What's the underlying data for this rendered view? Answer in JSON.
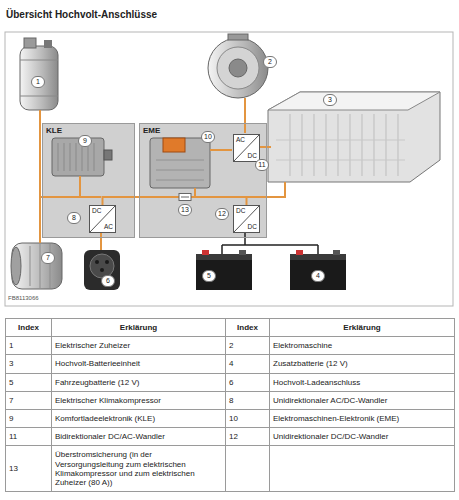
{
  "diagram": {
    "title": "Übersicht Hochvolt-Anschlüsse",
    "nodes": [
      {
        "text": [
          "KLE"
        ]
      },
      {
        "text": [
          "DC",
          "AC"
        ],
        "in": 0
      },
      {
        "text": [
          "EME"
        ]
      },
      {
        "text": [
          "AC",
          "DC"
        ],
        "in": 2
      },
      {
        "text": [
          "DC",
          "DC"
        ],
        "in": 2
      }
    ],
    "edges": [
      {
        "from": 1,
        "to": 4,
        "arrow": "none"
      }
    ],
    "labels": [
      "1",
      "2",
      "3",
      "4",
      "5",
      "6",
      "7",
      "8",
      "9",
      "10",
      "11",
      "12",
      "13",
      "FB8113066",
      "Index",
      "Erklärung",
      "Index",
      "Erklärung",
      "1",
      "Elektrischer Zuheizer",
      "2",
      "Elektromaschine",
      "3",
      "Hochvolt-Batterieeinheit",
      "4",
      "Zusatzbatterie (12 V)",
      "5",
      "Fahrzeugbatterie (12 V)",
      "6",
      "Hochvolt-Ladeanschluss",
      "7",
      "Elektrischer Klimakompressor",
      "8",
      "Unidirektionaler AC/DC-Wandler",
      "9",
      "Komfortladeelektronik (KLE)",
      "10",
      "Elektromaschinen-Elektronik (EME)",
      "11",
      "Bidirektionaler DC/AC-Wandler",
      "12",
      "Unidirektionaler DC/DC-Wandler",
      "13",
      "Überstromsicherung (in der Versorgungsleitung zum elektrischen Klimakompressor und zum elektrischen Zuheizer (80 A))"
    ]
  }
}
